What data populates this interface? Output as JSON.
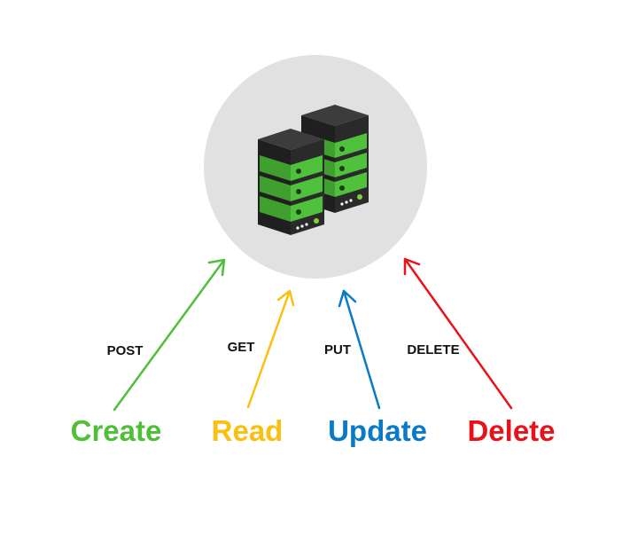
{
  "operations": [
    {
      "crud": "Create",
      "method": "POST",
      "color": "#4fbf3a"
    },
    {
      "crud": "Read",
      "method": "GET",
      "color": "#fbbf10"
    },
    {
      "crud": "Update",
      "method": "PUT",
      "color": "#0a79c6"
    },
    {
      "crud": "Delete",
      "method": "DELETE",
      "color": "#e8131a"
    }
  ],
  "server": {
    "icon": "server-rack-icon",
    "circle_color": "#e1e1e1",
    "rack_green": "#47b53a",
    "rack_dark": "#2e2e2e"
  }
}
